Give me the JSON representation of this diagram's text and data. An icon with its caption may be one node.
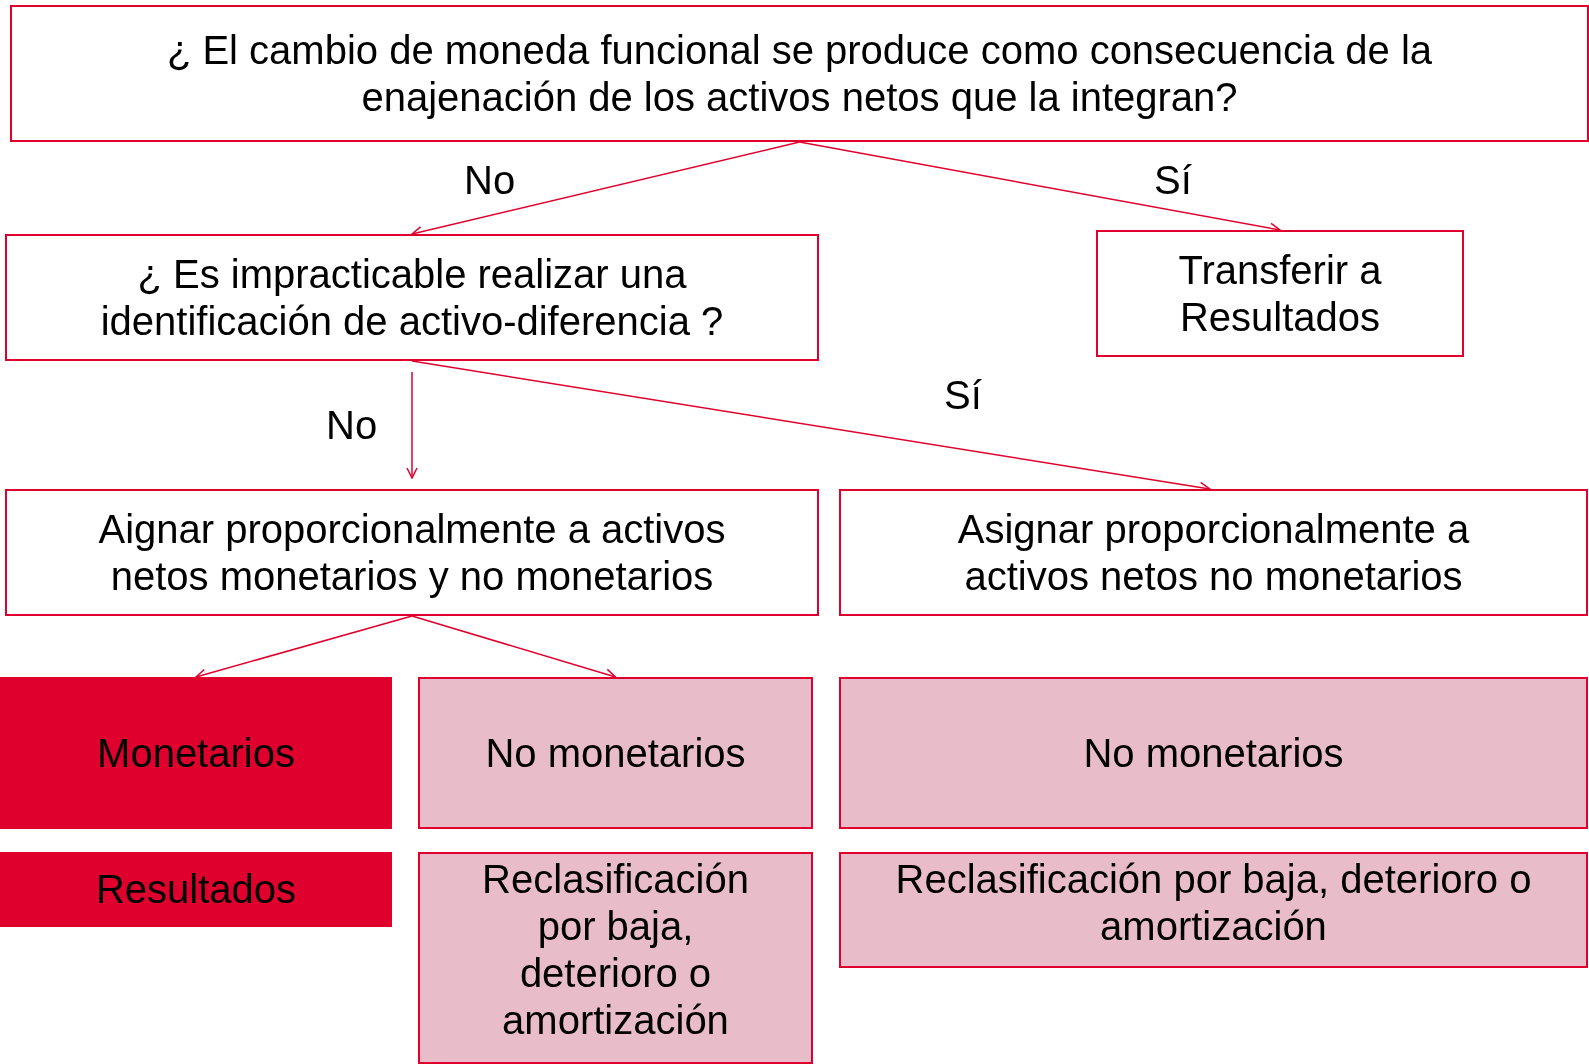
{
  "diagram": {
    "nodes": [
      {
        "text": [
          "¿ El cambio de moneda funcional se produce como consecuencia de la enajenación de los activos netos que la integran?"
        ]
      },
      {
        "text": [
          "¿ Es impracticable realizar una identificación de activo-diferencia ?"
        ]
      },
      {
        "text": [
          "Transferir a Resultados"
        ]
      },
      {
        "text": [
          "Aignar proporcionalmente a activos netos monetarios y no monetarios"
        ]
      },
      {
        "text": [
          "Asignar proporcionalmente a activos netos no monetarios"
        ]
      },
      {
        "text": [
          "Monetarios"
        ]
      },
      {
        "text": [
          "No monetarios"
        ]
      },
      {
        "text": [
          "No monetarios"
        ]
      },
      {
        "text": [
          "Resultados"
        ]
      },
      {
        "text": [
          "Reclasificación por baja, deterioro o amortización"
        ]
      },
      {
        "text": [
          "Reclasificación por baja, deterioro o amortización"
        ]
      }
    ],
    "edges": [
      {
        "from": 0,
        "to": 1,
        "arrow": "to",
        "label": "No"
      },
      {
        "from": 0,
        "to": 2,
        "arrow": "to",
        "label": "Sí"
      },
      {
        "from": 1,
        "to": 3,
        "arrow": "to",
        "label": "No"
      },
      {
        "from": 1,
        "to": 4,
        "arrow": "to",
        "label": "Sí"
      },
      {
        "from": 3,
        "to": 5,
        "arrow": "to"
      },
      {
        "from": 3,
        "to": 6,
        "arrow": "to"
      }
    ]
  }
}
